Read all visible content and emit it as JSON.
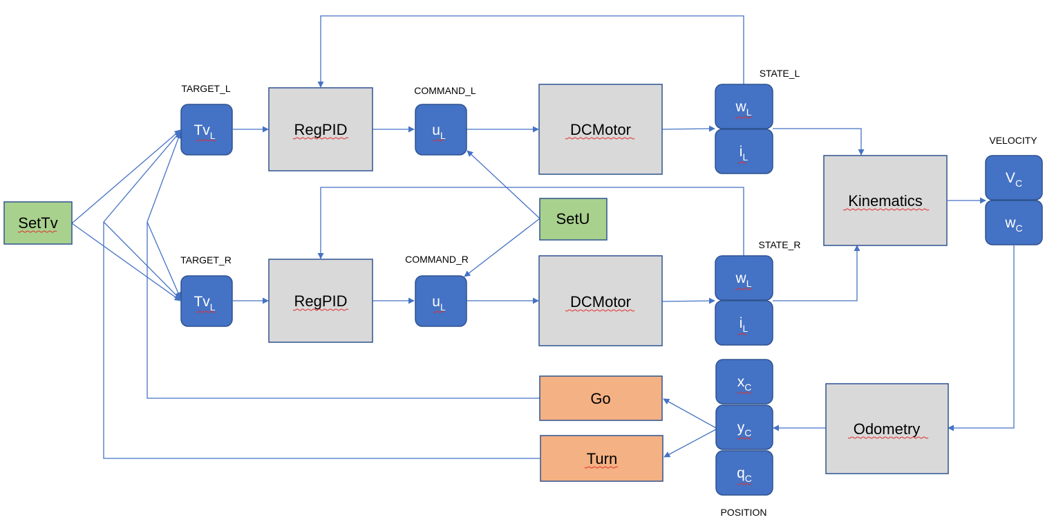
{
  "colors": {
    "block_fill": "#d9d9d9",
    "block_stroke": "#2f528f",
    "state_fill": "#4472c4",
    "state_stroke": "#2f528f",
    "input_fill": "#a9d18e",
    "action_fill": "#f4b183",
    "edge": "#4472c4"
  },
  "labels": {
    "target_l": "TARGET_L",
    "target_r": "TARGET_R",
    "command_l": "COMMAND_L",
    "command_r": "COMMAND_R",
    "state_l": "STATE_L",
    "state_r": "STATE_R",
    "velocity": "VELOCITY",
    "position": "POSITION"
  },
  "blocks": {
    "settv": "SetTv",
    "regpid_top": "RegPID",
    "regpid_bottom": "RegPID",
    "dcmotor_top": "DCMotor",
    "dcmotor_bottom": "DCMotor",
    "setu": "SetU",
    "kinematics": "Kinematics",
    "odometry": "Odometry",
    "go": "Go",
    "turn": "Turn"
  },
  "states": {
    "tv_top": {
      "main": "Tv",
      "sub": "L"
    },
    "u_top": {
      "main": "u",
      "sub": "L"
    },
    "w_top": {
      "main": "w",
      "sub": "L"
    },
    "i_top": {
      "main": "i",
      "sub": "L"
    },
    "tv_bottom": {
      "main": "Tv",
      "sub": "L"
    },
    "u_bottom": {
      "main": "u",
      "sub": "L"
    },
    "w_bottom": {
      "main": "w",
      "sub": "L"
    },
    "i_bottom": {
      "main": "i",
      "sub": "L"
    },
    "vc": {
      "main": "V",
      "sub": "C"
    },
    "wc": {
      "main": "w",
      "sub": "C"
    },
    "xc": {
      "main": "x",
      "sub": "C"
    },
    "yc": {
      "main": "y",
      "sub": "C"
    },
    "qc": {
      "main": "q",
      "sub": "C"
    }
  }
}
